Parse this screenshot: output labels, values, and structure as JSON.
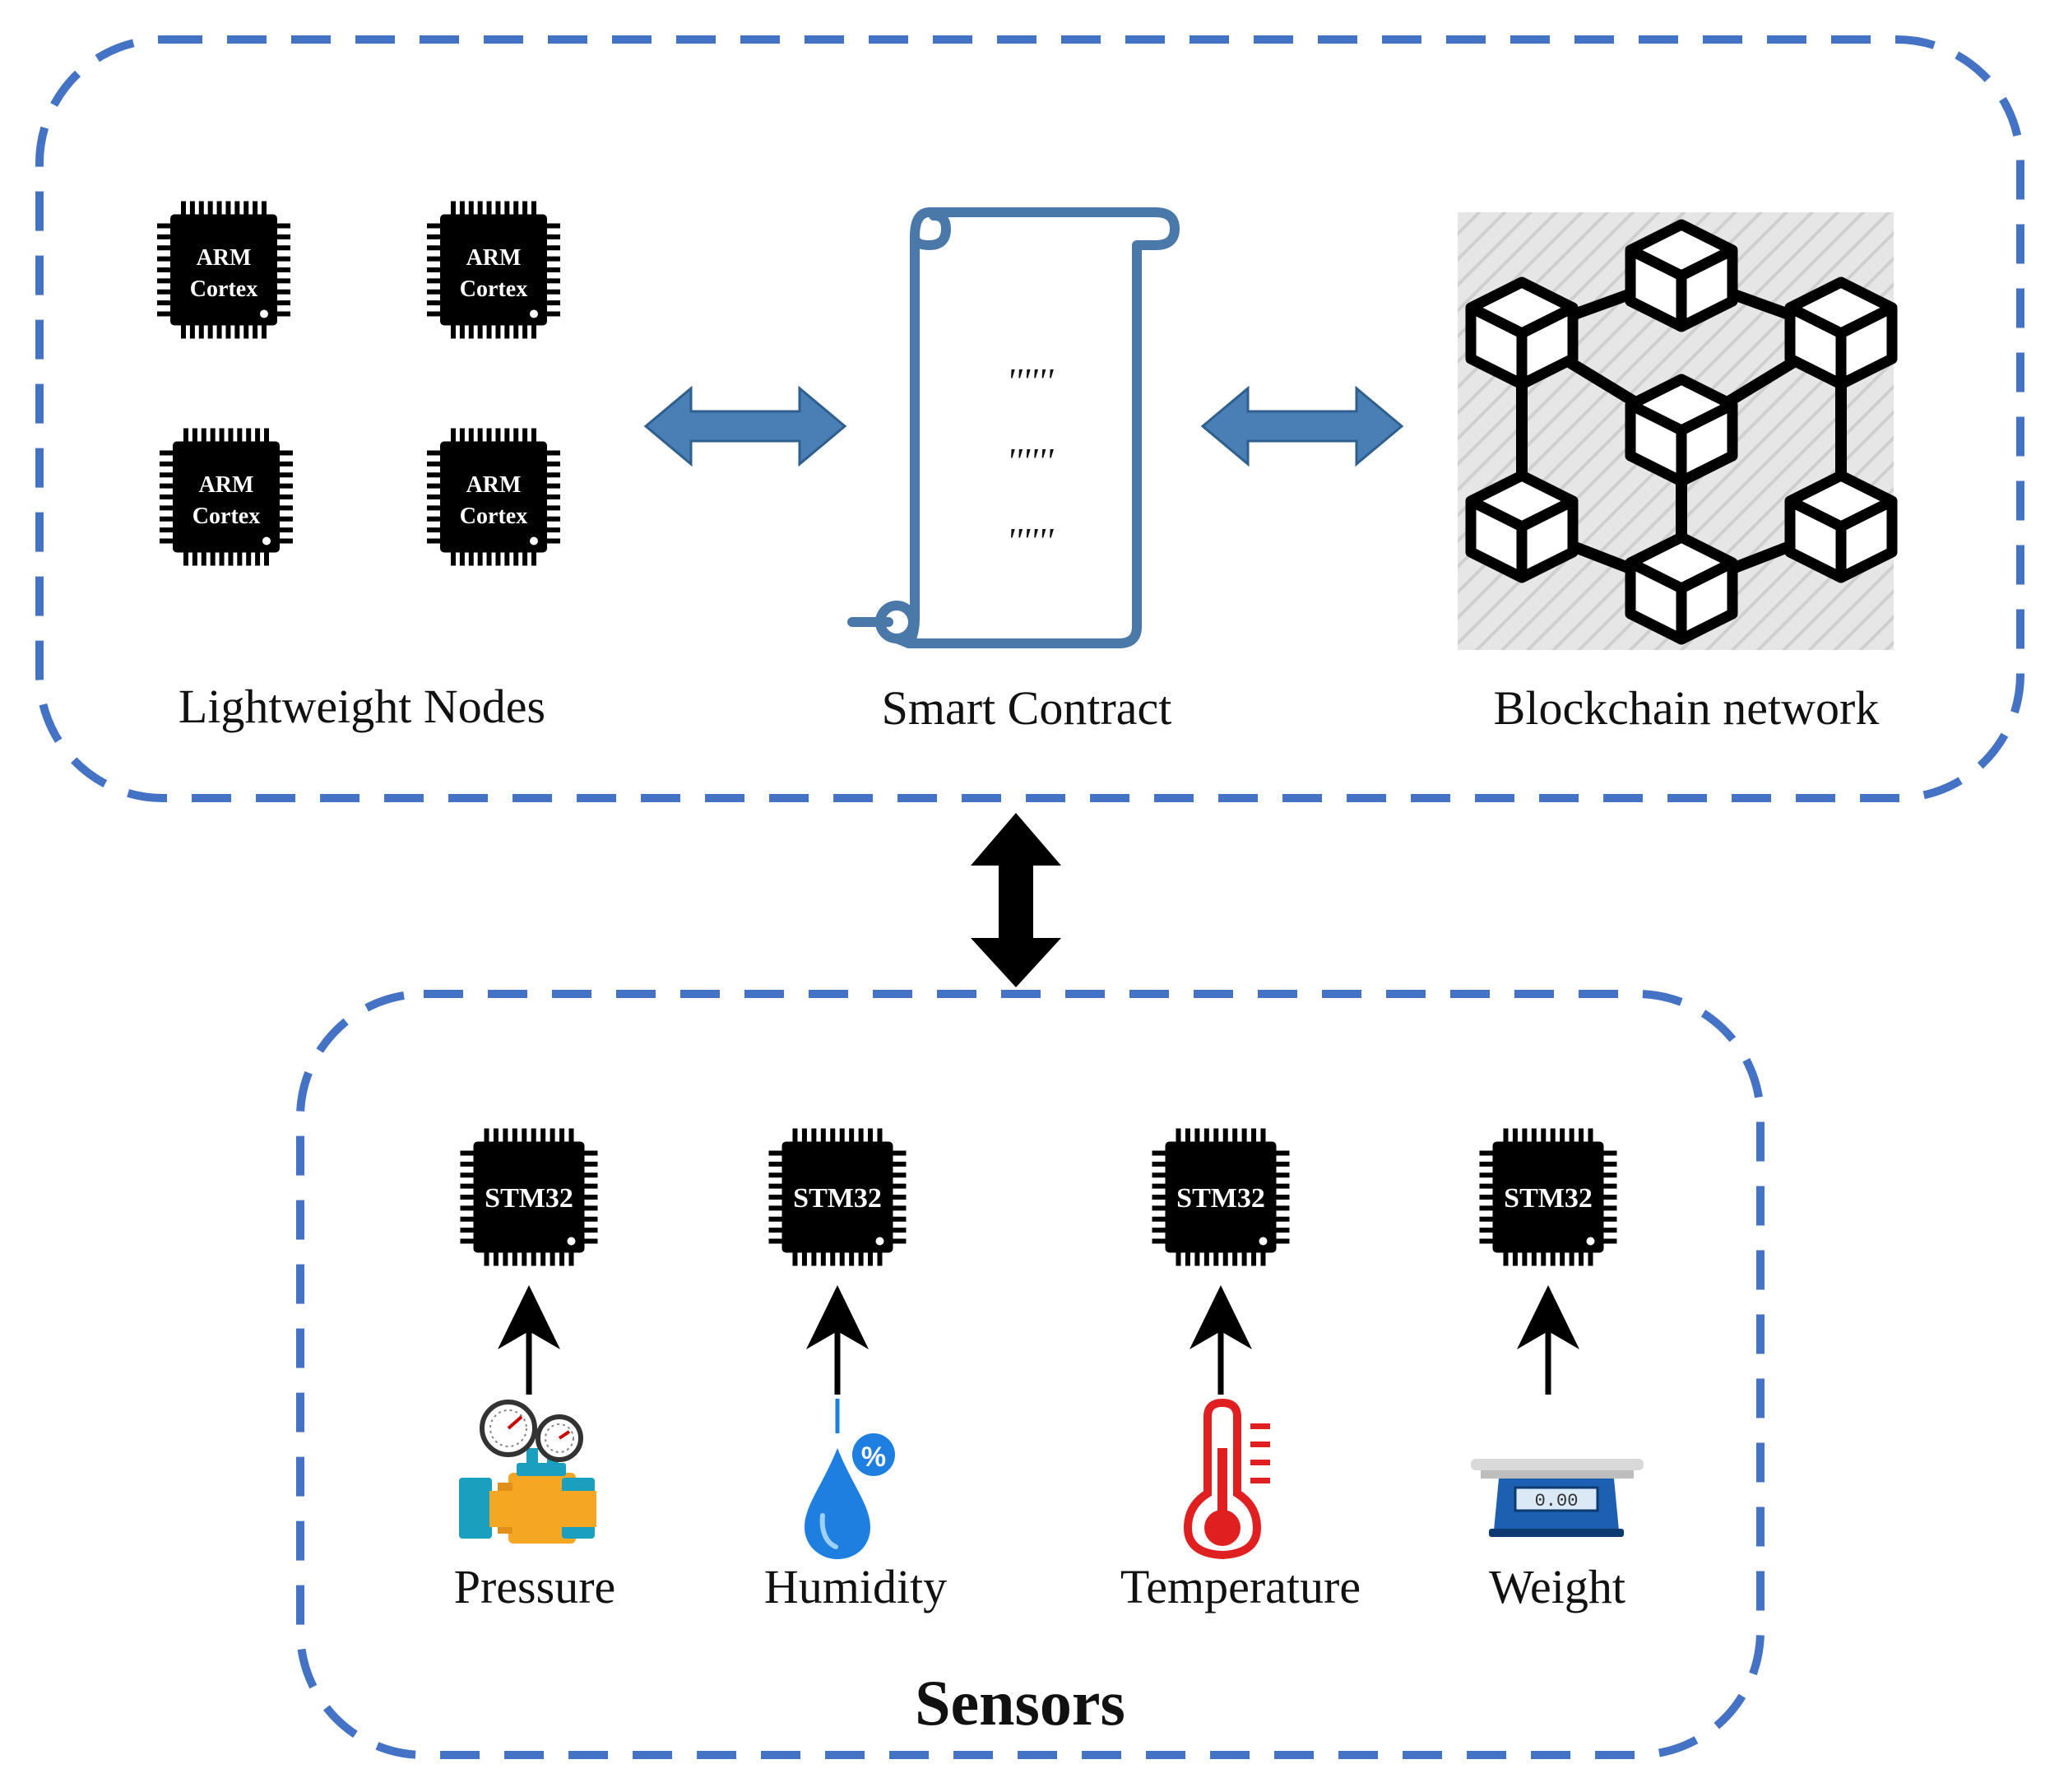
{
  "top_group": {
    "nodes_label": "Lightweight Nodes",
    "contract_label": "Smart Contract",
    "blockchain_label": "Blockchain network",
    "chips": [
      "ARM",
      "Cortex"
    ],
    "contract_lines": [
      "''''''",
      "''''''",
      "''''''"
    ]
  },
  "bottom_group": {
    "title": "Sensors",
    "chip_label": "STM32",
    "sensors": [
      "Pressure",
      "Humidity",
      "Temperature",
      "Weight"
    ],
    "humidity_badge": "%",
    "scale_display": "0.00"
  },
  "colors": {
    "dash_border": "#4472c4",
    "arrow_blue": "#4a7fb5",
    "chip": "#000000",
    "scroll_stroke": "#4a78a8",
    "thermometer": "#e02020",
    "pressure_pipe": "#f5a623",
    "pressure_flange": "#1a9fbf",
    "droplet": "#1e7fe0",
    "scale": "#1d5fb0"
  }
}
